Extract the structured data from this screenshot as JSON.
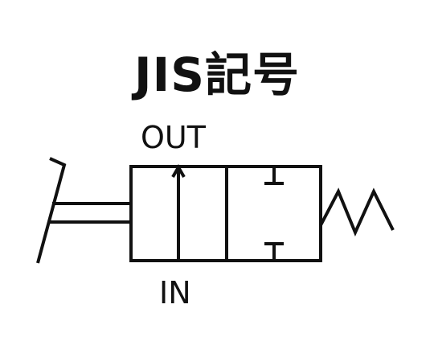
{
  "title": "JIS記号",
  "ports": {
    "out": "OUT",
    "in": "IN"
  },
  "colors": {
    "line": "#111111",
    "background": "#ffffff"
  },
  "symbol": {
    "type": "2-position valve",
    "actuator": "pedal-icon",
    "return": "spring-icon"
  }
}
